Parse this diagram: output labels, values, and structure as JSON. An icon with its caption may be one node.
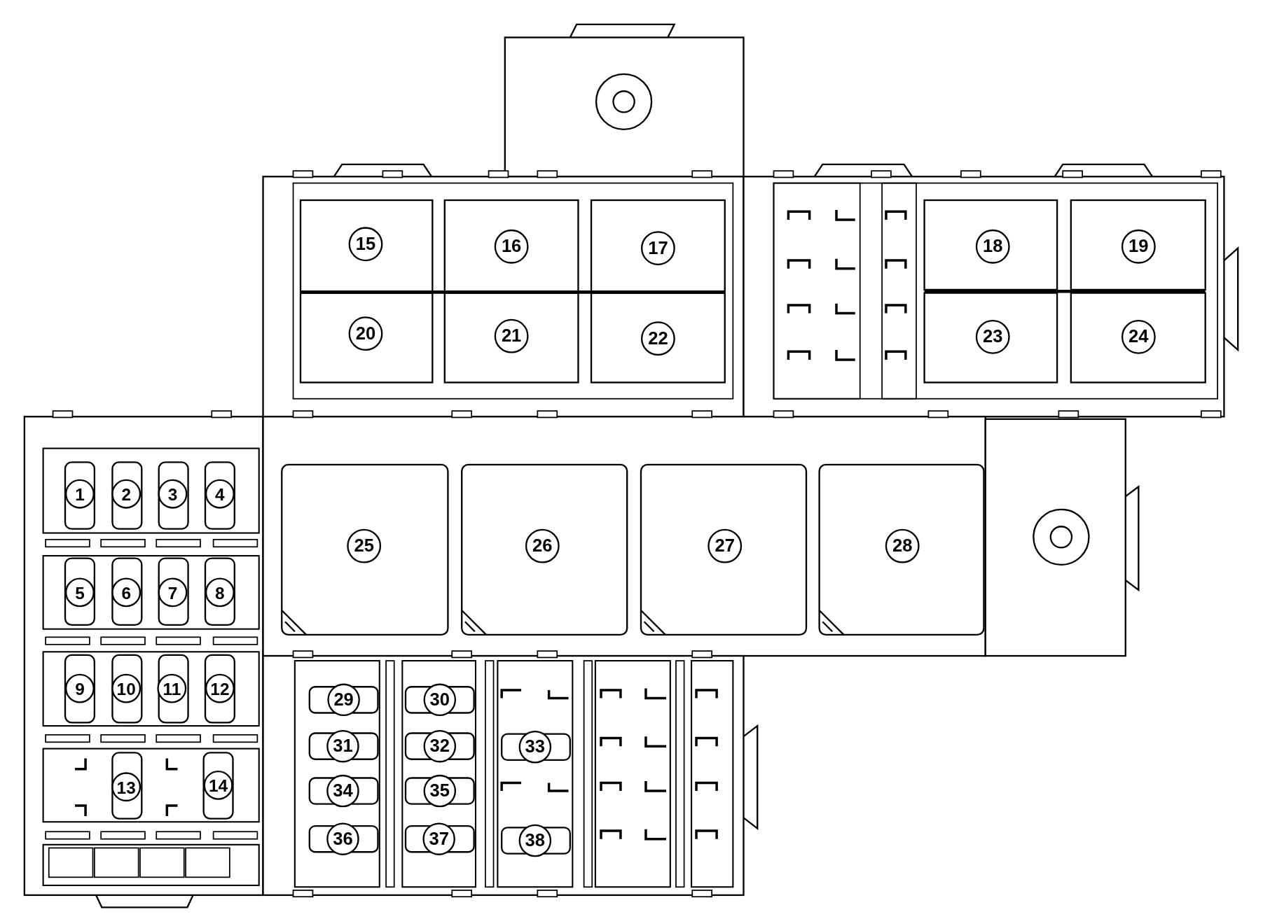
{
  "diagram": {
    "nodes": [
      {
        "text": [
          "1"
        ]
      },
      {
        "text": [
          "2"
        ]
      },
      {
        "text": [
          "3"
        ]
      },
      {
        "text": [
          "4"
        ]
      },
      {
        "text": [
          "5"
        ]
      },
      {
        "text": [
          "6"
        ]
      },
      {
        "text": [
          "7"
        ]
      },
      {
        "text": [
          "8"
        ]
      },
      {
        "text": [
          "9"
        ]
      },
      {
        "text": [
          "10"
        ]
      },
      {
        "text": [
          "11"
        ]
      },
      {
        "text": [
          "12"
        ]
      },
      {
        "text": [
          "13"
        ]
      },
      {
        "text": [
          "14"
        ]
      },
      {
        "text": [
          "15"
        ]
      },
      {
        "text": [
          "16"
        ]
      },
      {
        "text": [
          "17"
        ]
      },
      {
        "text": [
          "18"
        ]
      },
      {
        "text": [
          "19"
        ]
      },
      {
        "text": [
          "20"
        ]
      },
      {
        "text": [
          "21"
        ]
      },
      {
        "text": [
          "22"
        ]
      },
      {
        "text": [
          "23"
        ]
      },
      {
        "text": [
          "24"
        ]
      },
      {
        "text": [
          "25"
        ]
      },
      {
        "text": [
          "26"
        ]
      },
      {
        "text": [
          "27"
        ]
      },
      {
        "text": [
          "28"
        ]
      },
      {
        "text": [
          "29"
        ]
      },
      {
        "text": [
          "30"
        ]
      },
      {
        "text": [
          "31"
        ]
      },
      {
        "text": [
          "32"
        ]
      },
      {
        "text": [
          "33"
        ]
      },
      {
        "text": [
          "34"
        ]
      },
      {
        "text": [
          "35"
        ]
      },
      {
        "text": [
          "36"
        ]
      },
      {
        "text": [
          "37"
        ]
      },
      {
        "text": [
          "38"
        ]
      }
    ]
  }
}
